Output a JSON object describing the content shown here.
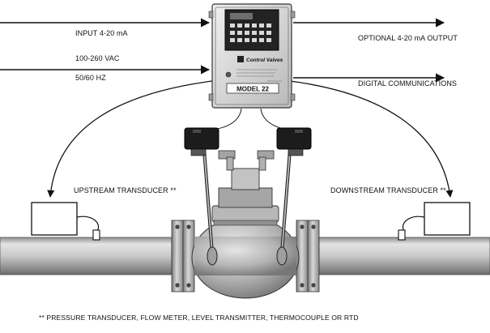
{
  "labels": {
    "input_signal": "INPUT 4-20 mA",
    "power_voltage": "100-260 VAC",
    "power_frequency": "50/60 HZ",
    "optional_output": "OPTIONAL 4-20 mA OUTPUT",
    "digital_comms": "DIGITAL COMMUNICATIONS",
    "upstream_transducer": "UPSTREAM TRANSDUCER **",
    "downstream_transducer": "DOWNSTREAM TRANSDUCER **",
    "footnote": "** PRESSURE TRANSDUCER, FLOW METER, LEVEL TRANSMITTER, THERMOCOUPLE OR RTD"
  },
  "controller": {
    "brand": "Control Valves",
    "model": "MODEL 22"
  },
  "colors": {
    "line": "#111111",
    "metal_light": "#d2d2d2",
    "metal_mid": "#a9a9a9",
    "metal_dark": "#707070",
    "solenoid": "#1c1c1c"
  }
}
